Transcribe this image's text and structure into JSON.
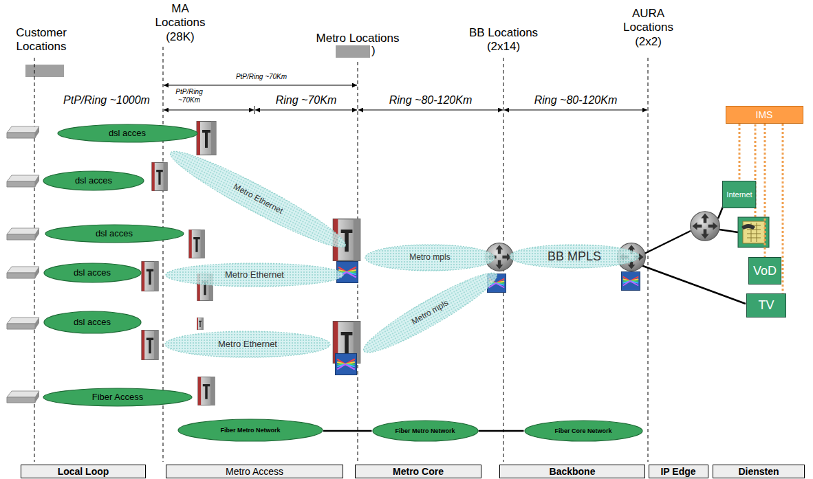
{
  "diagram": {
    "nodes": [
      {
        "text": [
          "dsl acces"
        ]
      },
      {
        "text": [
          "Metro Ethernet"
        ]
      },
      {
        "text": [
          "dsl acces"
        ]
      },
      {
        "text": [
          "dsl acces"
        ]
      },
      {
        "text": [
          "Metro mpls"
        ]
      },
      {
        "text": [
          "BB MPLS"
        ]
      },
      {
        "text": [
          "dsl acces"
        ]
      },
      {
        "text": [
          "Metro Ethernet"
        ]
      },
      {
        "text": [
          "Metro mpls"
        ]
      },
      {
        "text": [
          "dsl acces"
        ]
      },
      {
        "text": [
          "Metro Ethernet"
        ]
      },
      {
        "text": [
          "Fiber Access"
        ]
      },
      {
        "text": [
          "Fiber Metro Network"
        ]
      },
      {
        "text": [
          "Fiber Metro Network"
        ]
      },
      {
        "text": [
          "Fiber Core Network"
        ]
      },
      {
        "text": [
          "IMS"
        ]
      },
      {
        "text": [
          "Internet"
        ]
      },
      {
        "text": [
          "VoD"
        ]
      },
      {
        "text": [
          "TV"
        ]
      },
      {
        "text": [
          "Local Loop"
        ]
      },
      {
        "text": [
          "Metro Access"
        ]
      },
      {
        "text": [
          "Metro Core"
        ]
      },
      {
        "text": [
          "Backbone"
        ]
      },
      {
        "text": [
          "IP Edge"
        ]
      },
      {
        "text": [
          "Diensten"
        ]
      }
    ],
    "edges": [
      {
        "from": 12,
        "to": 13,
        "arrow": "none"
      },
      {
        "from": 13,
        "to": 14,
        "arrow": "none"
      },
      {
        "from": 15,
        "to": 16,
        "arrow": "none"
      },
      {
        "from": 15,
        "to": 17,
        "arrow": "none"
      },
      {
        "from": 15,
        "to": 18,
        "arrow": "none"
      }
    ],
    "labels": [
      "Customer Locations",
      "MA Locations (28K)",
      "Metro Locations",
      ")",
      "BB Locations (2x14)",
      "AURA Locations (2x2)",
      "PtP/Ring ~70Km",
      "PtP/Ring ~70Km",
      "PtP/Ring ~1000m",
      "Ring ~70Km",
      "Ring ~80-120Km",
      "Ring ~80-120Km"
    ]
  }
}
